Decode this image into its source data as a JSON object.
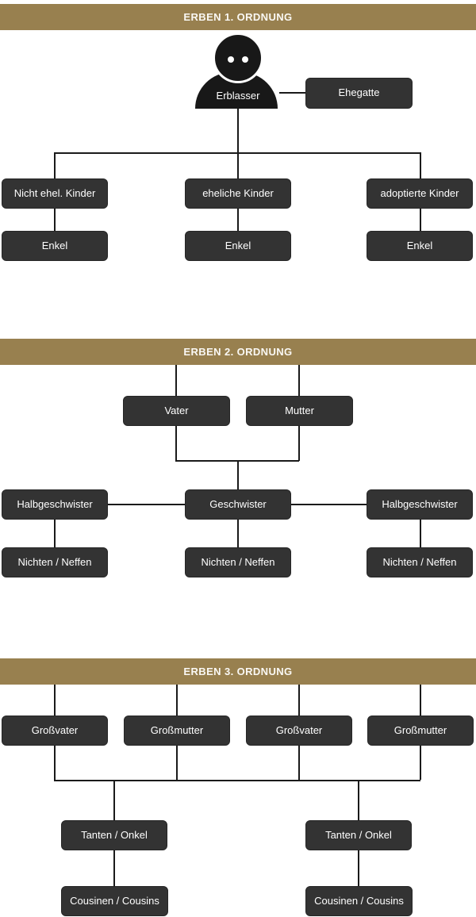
{
  "colors": {
    "header_bg": "#98804F",
    "node_bg": "#333333",
    "node_text": "#ffffff",
    "line": "#1a1a1a",
    "person_icon": "#181818"
  },
  "section1": {
    "header": "ERBEN 1. ORDNUNG",
    "erblasser_label": "Erblasser",
    "spouse_label": "Ehegatte",
    "children": [
      "Nicht ehel. Kinder",
      "eheliche Kinder",
      "adoptierte Kinder"
    ],
    "grandchildren": [
      "Enkel",
      "Enkel",
      "Enkel"
    ]
  },
  "section2": {
    "header": "ERBEN 2. ORDNUNG",
    "father_label": "Vater",
    "mother_label": "Mutter",
    "siblings": [
      "Halbgeschwister",
      "Geschwister",
      "Halbgeschwister"
    ],
    "nieces_nephews": [
      "Nichten / Neffen",
      "Nichten / Neffen",
      "Nichten / Neffen"
    ]
  },
  "section3": {
    "header": "ERBEN 3. ORDNUNG",
    "grandparents": [
      "Großvater",
      "Großmutter",
      "Großvater",
      "Großmutter"
    ],
    "aunts_uncles": [
      "Tanten / Onkel",
      "Tanten / Onkel"
    ],
    "cousins": [
      "Cousinen / Cousins",
      "Cousinen / Cousins"
    ]
  }
}
